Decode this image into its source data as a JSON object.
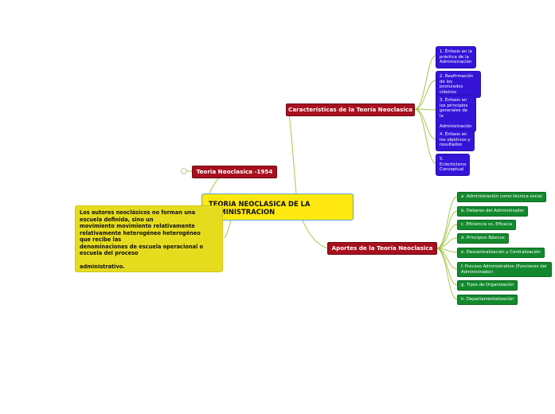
{
  "central": {
    "line1": "TEORIA NEOCLASICA DE LA",
    "line2": "ADMINISTRACION"
  },
  "branches": {
    "history": {
      "label": "Teoria Neoclasica -1954"
    },
    "characteristics": {
      "label": "Características de la Teoría Neoclasica",
      "items": [
        [
          "1. Énfasis en la",
          "práctica de la",
          "Administración"
        ],
        [
          "2. Reafirmación",
          "de los postulados",
          "clásicos"
        ],
        [
          "3. Énfasis en",
          "los principios",
          "generales de la",
          "",
          "Administración"
        ],
        [
          "4. Énfasis en",
          "los objetivos y",
          "resultados"
        ],
        [
          "5.",
          "Eclecticismo",
          "Conceptual"
        ]
      ]
    },
    "contributions": {
      "label": "Aportes de  la Teoría Neoclasica",
      "items": [
        [
          "a. Administración como técnica social"
        ],
        [
          "b. Deberes del Administrador"
        ],
        [
          "c. Eficiencia vs. Eficacia"
        ],
        [
          "d. Principios Básicos"
        ],
        [
          "e. Descentralización y Centralización"
        ],
        [
          "f. Proceso Administrativo (Funciones del",
          "Administrador)"
        ],
        [
          "g. Tipos de Organización"
        ],
        [
          "h. Departamentalización"
        ]
      ]
    }
  },
  "note": {
    "lines": [
      "Los autores neoclásicos no forman una",
      "escuela definida, sino un",
      "movimiento movimiento relativamente",
      "relativamente heterogéneo heterogéneo",
      "que recibe las",
      "denominaciones de escuela operacional o",
      "escuela del proceso",
      "",
      "administrativo."
    ]
  },
  "colors": {
    "central_fill": "#ffe80f",
    "branch_fill": "#a8101e",
    "blue_sub_fill": "#3514d8",
    "green_sub_fill": "#13892d",
    "note_fill": "#e6dc1e",
    "link_color": "#9cc43c"
  }
}
